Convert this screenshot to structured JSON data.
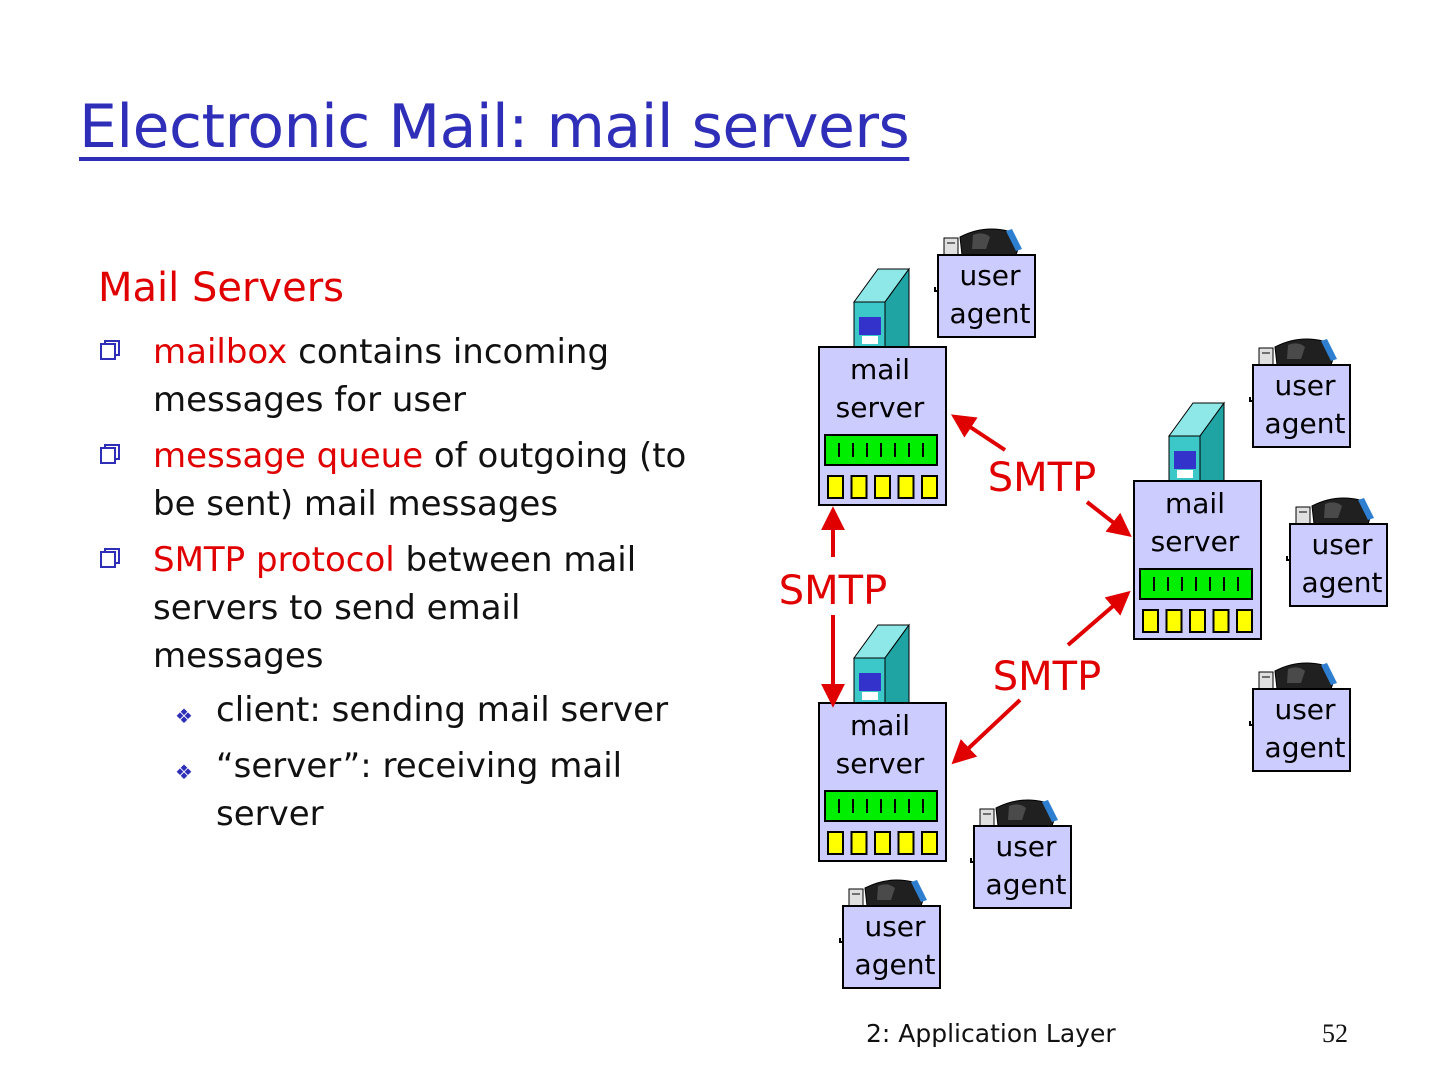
{
  "slide": {
    "title": "Electronic Mail: mail servers",
    "heading": "Mail Servers",
    "bullets": [
      {
        "highlight": "mailbox",
        "text": " contains incoming messages for user"
      },
      {
        "highlight": "message queue",
        "text": " of outgoing (to be sent) mail messages"
      },
      {
        "highlight": "SMTP protocol",
        "text": " between mail servers to send email messages"
      }
    ],
    "sub_bullets": [
      "client: sending mail server",
      "“server”: receiving mail server"
    ],
    "footer": "2: Application Layer",
    "page_number": "52"
  },
  "diagram": {
    "mail_server_label": [
      "mail",
      "server"
    ],
    "user_agent_label": [
      "user",
      "agent"
    ],
    "protocol_label": "SMTP",
    "colors": {
      "title_blue": "#2e2eb8",
      "highlight_red": "#e00000",
      "box_lavender": "#ccccff",
      "queue_green": "#00ee00",
      "slot_yellow": "#ffff00",
      "tower_teal": "#3cc8c8"
    }
  }
}
